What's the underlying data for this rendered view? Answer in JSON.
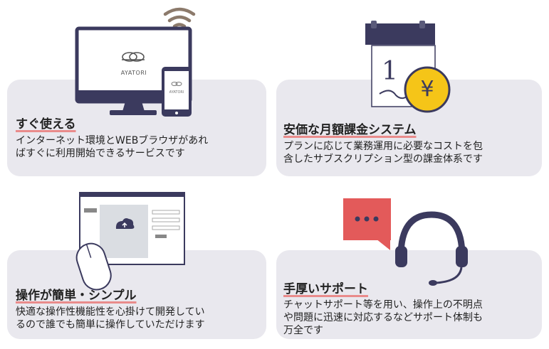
{
  "colors": {
    "card_bg": "#e9e8ee",
    "navy": "#3b3a5e",
    "accent_underline": "#e98b8b",
    "coin": "#f5c518",
    "chat_bubble": "#e35a5a",
    "wifi": "#8c7a6b"
  },
  "monitor": {
    "brand_label": "AYATORI"
  },
  "coin": {
    "symbol": "¥"
  },
  "calendar": {
    "day": "1"
  },
  "features": [
    {
      "title": "すぐ使える",
      "description_lines": [
        "インターネット環境とWEBブラウザがあれ",
        "ばすぐに利用開始できるサービスです"
      ]
    },
    {
      "title": "安価な月額課金システム",
      "description_lines": [
        "プランに応じて業務運用に必要なコストを包",
        "含したサブスクリプション型の課金体系です"
      ]
    },
    {
      "title": "操作が簡単・シンプル",
      "description_lines": [
        "快適な操作性機能性を心掛けて開発してい",
        "るので誰でも簡単に操作していただけます"
      ]
    },
    {
      "title": "手厚いサポート",
      "description_lines": [
        "チャットサポート等を用い、操作上の不明点",
        "や問題に迅速に対応するなどサポート体制も",
        "万全です"
      ]
    }
  ]
}
